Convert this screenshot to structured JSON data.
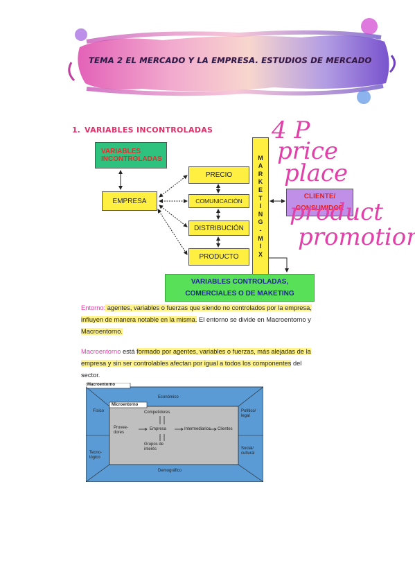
{
  "banner": {
    "title": "TEMA 2 EL MERCADO Y LA EMPRESA. ESTUDIOS DE MERCADO"
  },
  "section": {
    "number": "1.",
    "title": "VARIABLES INCONTROLADAS"
  },
  "diagram": {
    "variables_incontroladas": [
      "VARIABLES",
      "INCONTROLADAS"
    ],
    "empresa": "EMPRESA",
    "precio": "PRECIO",
    "comunicacion": "COMUNICACIÓN",
    "distribucion": "DISTRIBUCIÓN",
    "producto": "PRODUCTO",
    "marketing_mix": [
      "M",
      "A",
      "R",
      "K",
      "E",
      "T",
      "I",
      "N",
      "G",
      "-",
      "M",
      "I",
      "X"
    ],
    "cliente": [
      "CLIENTE/",
      "CONSUMIDOR"
    ],
    "variables_controladas": [
      "VARIABLES CONTROLADAS,",
      "COMERCIALES O DE MAKETING"
    ]
  },
  "handwriting": [
    "4 P",
    "price",
    "place",
    "product",
    "promotion"
  ],
  "paragraphs": {
    "p1": {
      "term": "Entorno:",
      "text1": " agentes, variables o fuerzas que siendo no controlados por la empresa,",
      "text2": "influyen de manera notable en la misma.",
      "text3": " El entorno se divide en Macroentorno y",
      "text4": "Macroentorno."
    },
    "p2": {
      "term": "Macroentorno",
      "text1": " está ",
      "text2": "formado por agentes, variables o fuerzas, más alejadas de la",
      "text3": "empresa y sin ser controlables afectan por igual a todos los componentes",
      "text4": " del",
      "text5": "sector."
    }
  },
  "figure": {
    "macro_tab": "Macroentorno",
    "micro_tab": "Microentorno",
    "economico": "Económico",
    "fisico": "Físico",
    "politico": "Político/\nlegal",
    "tecnologico": "Tecno-\nlógico",
    "social": "Social/\ncultural",
    "demografico": "Demográfico",
    "competidores": "Competidores",
    "proveedores": "Provee-\ndores",
    "empresa": "Empresa",
    "intermediarios": "Intermediarios",
    "clientes": "Clientes",
    "grupos": "Grupos de\ninterés",
    "colors": {
      "outer": "#5b9bd5",
      "inner": "#bfbfbf"
    }
  }
}
